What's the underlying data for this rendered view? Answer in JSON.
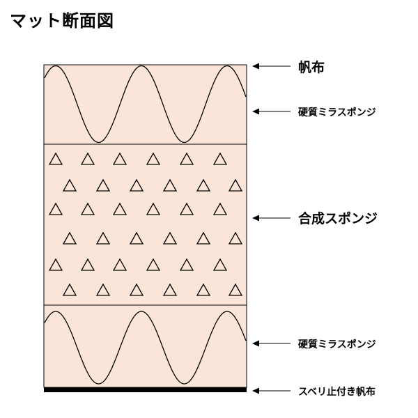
{
  "title": "マット断面図",
  "colors": {
    "fill": "#fbe5d8",
    "outline": "#000000",
    "base": "#000000"
  },
  "layers": [
    {
      "key": "canvas_top",
      "label": "帆布"
    },
    {
      "key": "rigid_top",
      "label": "硬質ミラスポンジ"
    },
    {
      "key": "composite",
      "label": "合成スポンジ"
    },
    {
      "key": "rigid_bottom",
      "label": "硬質ミラスポンジ"
    },
    {
      "key": "nonslip",
      "label": "スベリ止付き帆布"
    }
  ]
}
